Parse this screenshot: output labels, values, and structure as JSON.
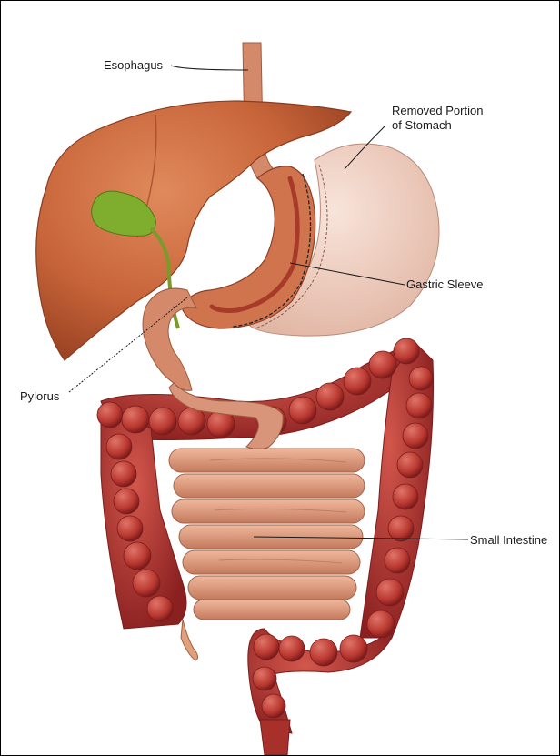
{
  "labels": {
    "esophagus": "Esophagus",
    "removed_line1": "Removed Portion",
    "removed_line2": "of Stomach",
    "gastric_sleeve": "Gastric Sleeve",
    "pylorus": "Pylorus",
    "small_intestine": "Small Intestine"
  },
  "colors": {
    "liver": "#c8653a",
    "liver_dark": "#9c4424",
    "gallbladder": "#7fae2e",
    "esophagus": "#d48a6a",
    "stomach_removed": "#f0d2c4",
    "sleeve": "#d0744e",
    "sleeve_inner": "#a83a2a",
    "small_intestine": "#d9957a",
    "colon": "#b8372f",
    "colon_dark": "#8a2020",
    "leader_line": "#1a1a1a"
  }
}
